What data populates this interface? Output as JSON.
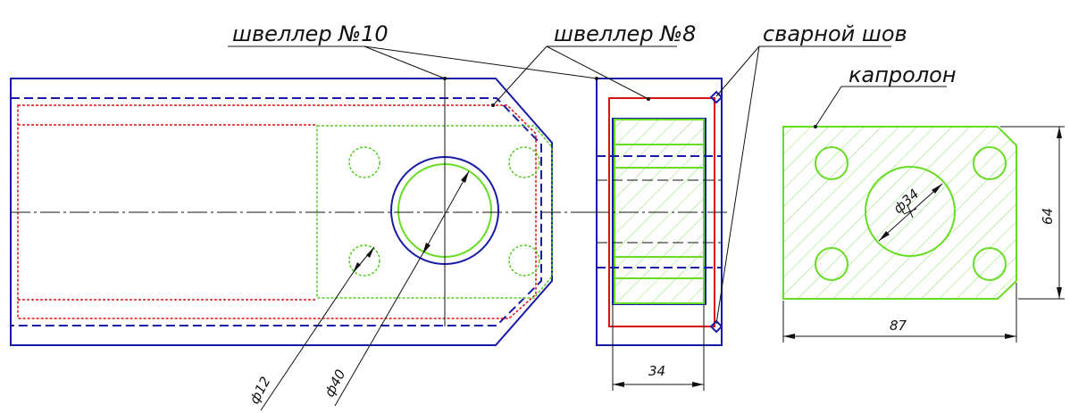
{
  "labels": {
    "channel_10": "швеллер №10",
    "channel_8": "швеллер №8",
    "weld": "сварной шов",
    "material": "капролон"
  },
  "dimensions": {
    "hole_small": "ф12",
    "hole_large": "ф40",
    "width_34": "34",
    "plate_hole": "ф34",
    "plate_height": "64",
    "plate_width": "87"
  },
  "colors": {
    "outline": "#1a1aa8",
    "weld": "#e01010",
    "plate": "#66dd22",
    "hatch": "#88dd66"
  }
}
